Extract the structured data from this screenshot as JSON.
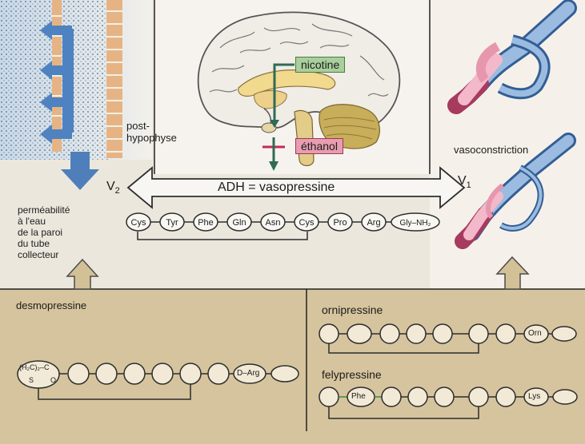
{
  "brain": {
    "post_hypophyse": "post-\nhypophyse",
    "nicotine": "nicotine",
    "ethanol": "éthanol"
  },
  "receptors": {
    "v2": "V",
    "v2_sub": "2",
    "v1": "V",
    "v1_sub": "1",
    "adh": "ADH = vasopressine"
  },
  "left_text": {
    "permeability": "perméabilité\nà l'eau\nde la paroi\ndu tube\ncollecteur"
  },
  "right_text": {
    "vasoconstriction": "vasoconstriction"
  },
  "adh_chain": [
    "Cys",
    "Tyr",
    "Phe",
    "Gln",
    "Asn",
    "Cys",
    "Pro",
    "Arg",
    "Gly–NH₂"
  ],
  "desmopressine": {
    "title": "desmopressine",
    "head_top": "(H₂C)₂–C",
    "head_s": "S",
    "head_o": "O",
    "end_label": "D–Arg"
  },
  "ornipressine": {
    "title": "ornipressine",
    "end_label": "Orn"
  },
  "felypressine": {
    "title": "felypressine",
    "phe_label": "Phe",
    "end_label": "Lys"
  }
}
